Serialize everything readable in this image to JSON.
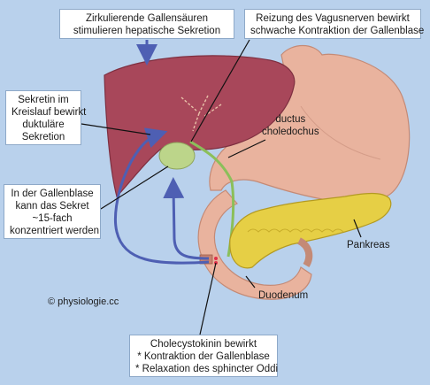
{
  "diagram": {
    "boxes": {
      "bile_acids": [
        "Zirkulierende Gallensäuren",
        "stimulieren hepatische Sekretion"
      ],
      "vagus": [
        "Reizung des Vagusnerven bewirkt",
        "schwache Kontraktion der Gallenblase"
      ],
      "secretin": [
        "Sekretin im",
        "Kreislauf bewirkt",
        "duktuläre",
        "Sekretion"
      ],
      "gallbladder": [
        "In der Gallenblase",
        "kann das Sekret",
        "~15-fach",
        "konzentriert werden"
      ],
      "cck": [
        "Cholecystokinin bewirkt",
        "* Kontraktion der Gallenblase",
        "* Relaxation des sphincter Oddi"
      ]
    },
    "labels": {
      "ductus": [
        "ductus",
        "choledochus"
      ],
      "pancreas": "Pankreas",
      "duodenum": "Duodenum",
      "copyright": "© physiologie.cc"
    }
  },
  "colors": {
    "background": "#b9d1ec",
    "liver": "#a8475a",
    "stomach": "#e9b39e",
    "pancreas": "#e6cf45",
    "gallbladder": "#bcd58a",
    "arrow": "#4e5fb3"
  }
}
